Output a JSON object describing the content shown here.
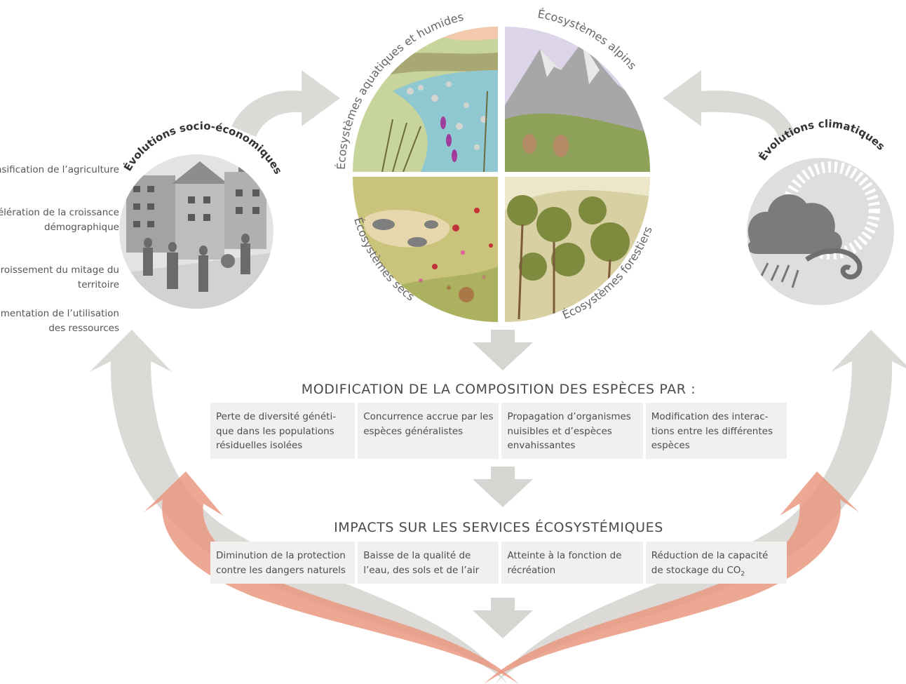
{
  "socio": {
    "title": "Évolutions socio-économiques",
    "items": [
      "Intensification de l’agriculture",
      "Accélération de la croissance démographique",
      "Accroissement du mitage du territoire",
      "Augmentation de l’utilisation des ressources"
    ]
  },
  "climate": {
    "title": "Évolutions climatiques"
  },
  "ecosystems": {
    "aquatic": "Écosystèmes aquatiques et humides",
    "alpine": "Écosystèmes alpins",
    "dry": "Écosystèmes secs",
    "forest": "Écosystèmes forestiers"
  },
  "composition": {
    "title": "MODIFICATION DE LA COMPOSITION DES ESPÈCES PAR :",
    "items": [
      "Perte de diversité généti-que dans les populations résiduelles isolées",
      "Concurrence accrue par les espèces généralistes",
      "Propagation d’organismes nuisibles et d’espèces envahissantes",
      "Modification des interac-tions entre les différentes espèces"
    ]
  },
  "services": {
    "title": "IMPACTS SUR LES SERVICES ÉCOSYSTÉMIQUES",
    "items": [
      "Diminution de la protection contre les dangers naturels",
      "Baisse de la qualité de l’eau, des sols et de l’air",
      "Atteinte à la fonction de récréation",
      "Réduction de la capacité de stockage du CO",
      "2"
    ]
  },
  "colors": {
    "grey_arrow": "#dcdad7",
    "red_arrow": "#e9957c",
    "card_bg": "#f1f0ee"
  }
}
